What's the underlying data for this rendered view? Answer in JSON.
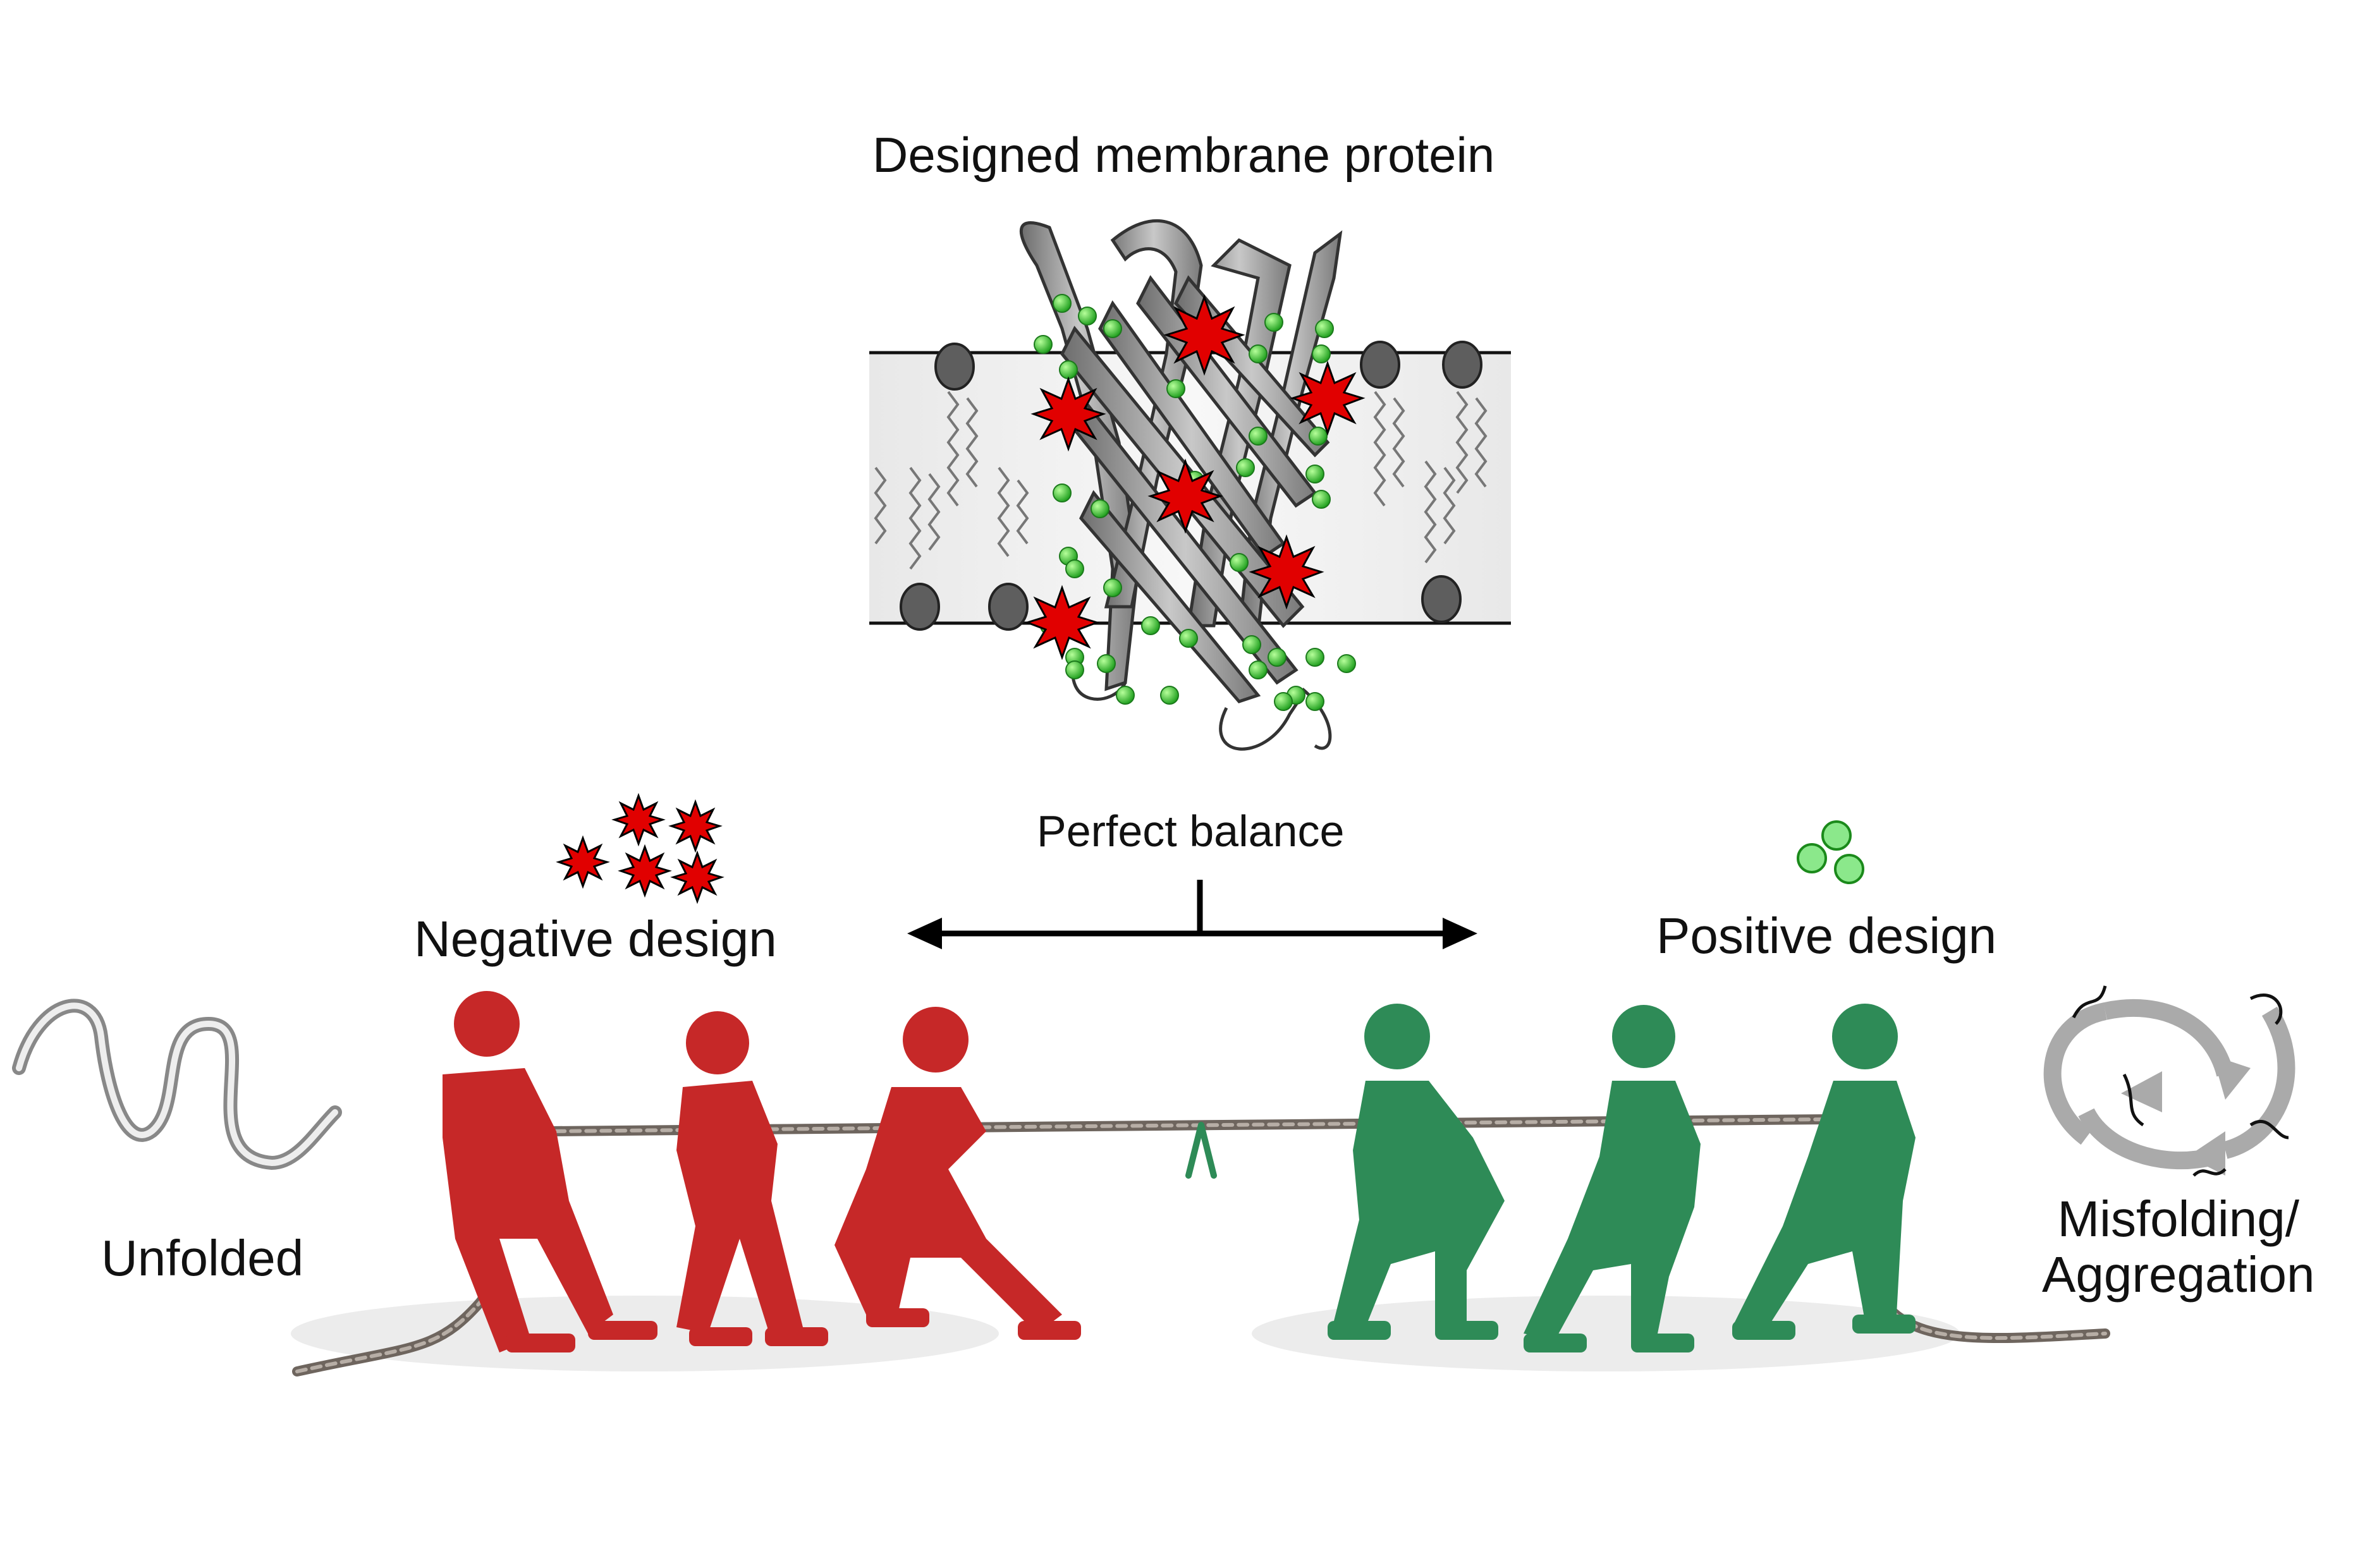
{
  "diagram": {
    "title": "Designed membrane protein",
    "balance_label": "Perfect balance",
    "negative_label": "Negative design",
    "positive_label": "Positive design",
    "left_state": "Unfolded",
    "right_state_line1": "Misfolding/",
    "right_state_line2": "Aggregation"
  },
  "colors": {
    "negative": "#c62828",
    "positive": "#2e8b57",
    "star": "#e10000",
    "bead": "#33cc33",
    "membrane": "#e6e6e6",
    "protein": "#9a9a9a",
    "rope": "#7a716a"
  },
  "icons": [
    "protein-barrel-icon",
    "red-star-icon",
    "green-bead-icon",
    "unfolded-chain-icon",
    "aggregation-cycle-icon",
    "rope-icon",
    "person-icon"
  ]
}
